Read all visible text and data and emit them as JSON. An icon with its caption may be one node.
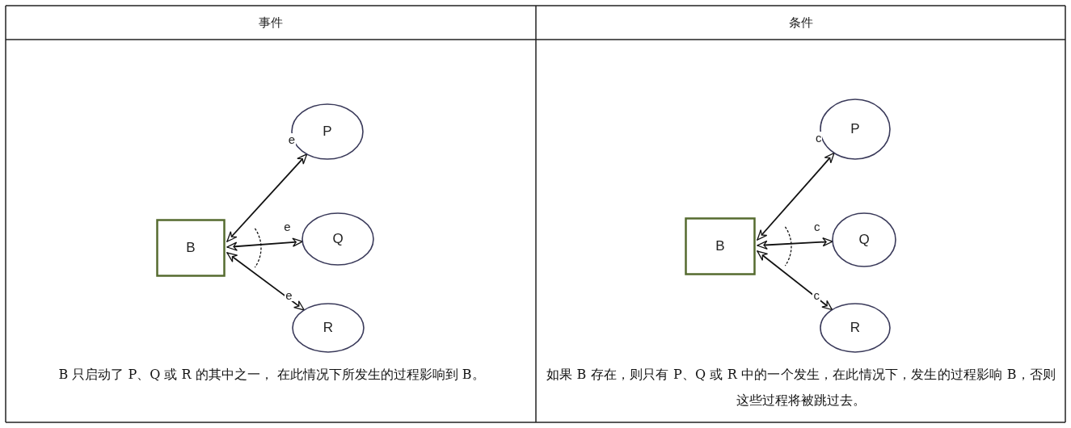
{
  "diagram": {
    "nodes": [
      {
        "text": [
          "B"
        ]
      },
      {
        "text": [
          "P"
        ]
      },
      {
        "text": [
          "Q"
        ]
      },
      {
        "text": [
          "R"
        ]
      },
      {
        "text": [
          "B"
        ]
      },
      {
        "text": [
          "P"
        ]
      },
      {
        "text": [
          "Q"
        ]
      },
      {
        "text": [
          "R"
        ]
      }
    ],
    "edges": [
      {
        "from": 0,
        "to": 1,
        "arrow": "both",
        "label": "e"
      },
      {
        "from": 0,
        "to": 2,
        "arrow": "both",
        "label": "e"
      },
      {
        "from": 0,
        "to": 3,
        "arrow": "both",
        "label": "e"
      },
      {
        "from": 4,
        "to": 5,
        "arrow": "both",
        "label": "c"
      },
      {
        "from": 4,
        "to": 6,
        "arrow": "both",
        "label": "c"
      },
      {
        "from": 4,
        "to": 7,
        "arrow": "both",
        "label": "c"
      }
    ],
    "labels": [
      "事件",
      "条件",
      "B 只启动了 P、Q 或 R 的其中之一， 在此情况下所发生的过程影响到 B。",
      "如果 B 存在，则只有 P、Q 或 R 中的一个发生，在此情况下，发生的过程影响 B，否则这些过程将被跳过去。"
    ]
  }
}
